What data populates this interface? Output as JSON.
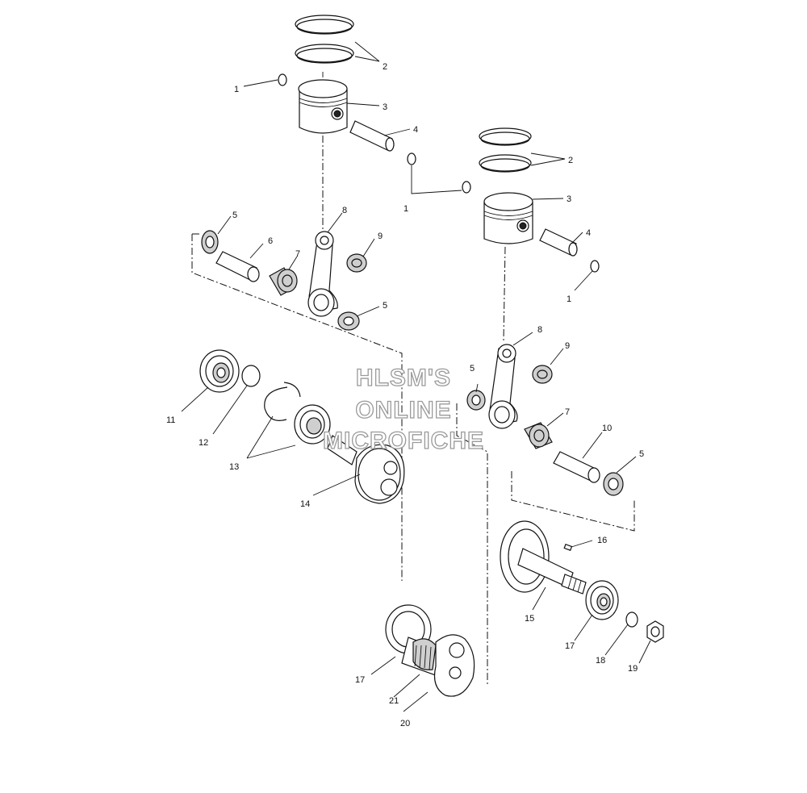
{
  "watermark": {
    "line1": "HLSM'S",
    "line2": "ONLINE",
    "line3": "MICROFICHE"
  },
  "callouts": {
    "left_piston_circlip": "1",
    "left_piston_rings": "2",
    "left_piston": "3",
    "left_piston_pin": "4",
    "left_thrust_washer_top": "5",
    "left_crank_pin": "6",
    "left_needle_bearing_big": "7",
    "left_connecting_rod": "8",
    "left_needle_bearing_small": "9",
    "left_thrust_washer_bottom": "5",
    "main_bearing_left": "11",
    "snap_ring": "12",
    "retaining_rings": "13",
    "crank_half_left": "14",
    "right_piston_rings": "2",
    "right_piston_circlip_upper": "1",
    "right_piston": "3",
    "right_piston_pin": "4",
    "right_piston_circlip_lower": "1",
    "right_connecting_rod": "8",
    "right_needle_bearing_small": "9",
    "right_thrust_washer_left": "5",
    "right_needle_bearing_big": "7",
    "right_crank_pin": "10",
    "right_thrust_washer_right": "5",
    "woodruff_key": "16",
    "crank_half_right": "15",
    "main_bearing_right": "17",
    "lock_washer": "18",
    "nut": "19",
    "center_bearing": "17",
    "center_seal": "21",
    "center_crank": "20"
  }
}
